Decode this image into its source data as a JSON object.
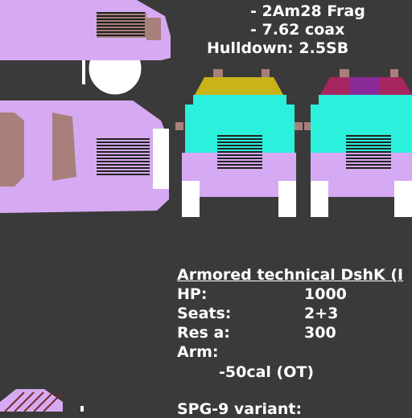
{
  "armament": {
    "line1": "- 2Am28 Frag",
    "line2": "- 7.62 coax",
    "hulldown": "Hulldown: 2.5SB"
  },
  "card": {
    "title": "Armored technical DshK (I",
    "stats": [
      {
        "label": "HP:",
        "value": "1000"
      },
      {
        "label": "Seats:",
        "value": "2+3"
      },
      {
        "label": "Res a:",
        "value": "300"
      },
      {
        "label": "Arm:",
        "value": ""
      }
    ],
    "arm_detail": "-50cal (OT)",
    "variant": "SPG-9 variant:"
  },
  "colors": {
    "background": "#3a3a3a",
    "body": "#d6aaf2",
    "armor_front": "#2af0dc",
    "hull_light": "#a87f7a",
    "grille": "#202020",
    "wheel": "#ffffff"
  }
}
